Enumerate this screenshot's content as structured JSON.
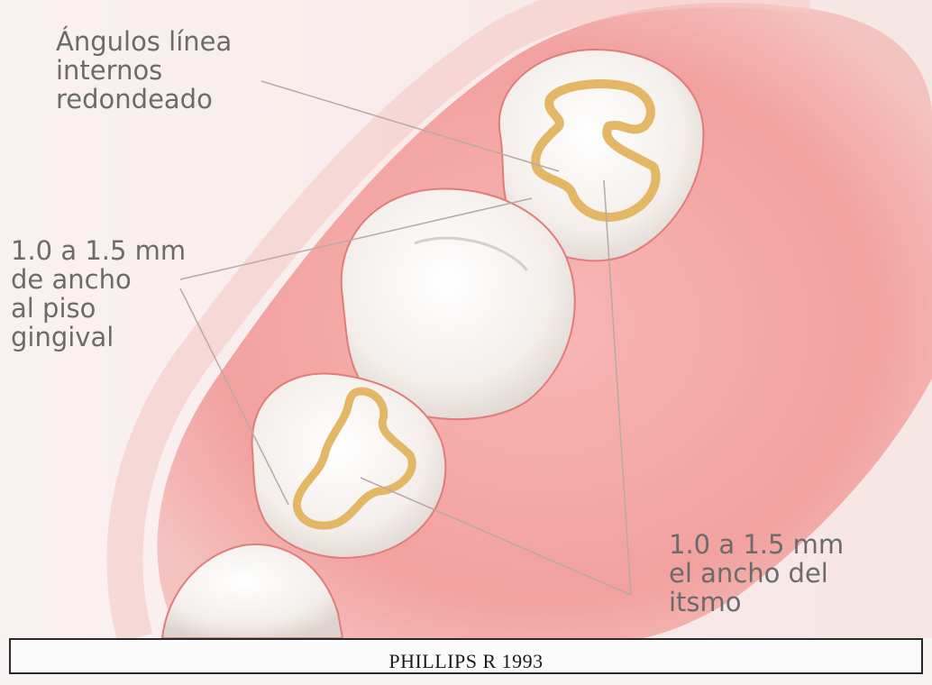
{
  "labels": {
    "angles": [
      "Ángulos línea",
      "internos",
      "redondeado"
    ],
    "gingival_floor": [
      "1.0 a 1.5 mm",
      "de ancho",
      "al piso",
      "gingival"
    ],
    "isthmus": [
      "1.0 a 1.5 mm",
      "el ancho del",
      "itsmo"
    ]
  },
  "caption": "PHILLIPS R 1993",
  "colors": {
    "gum": "#f2a4a2",
    "gum_edge": "#e98886",
    "tooth": "#faf6f2",
    "preparation": "#e3b765",
    "leader_line": "#b9a9a4",
    "text": "#6b6b6b"
  }
}
